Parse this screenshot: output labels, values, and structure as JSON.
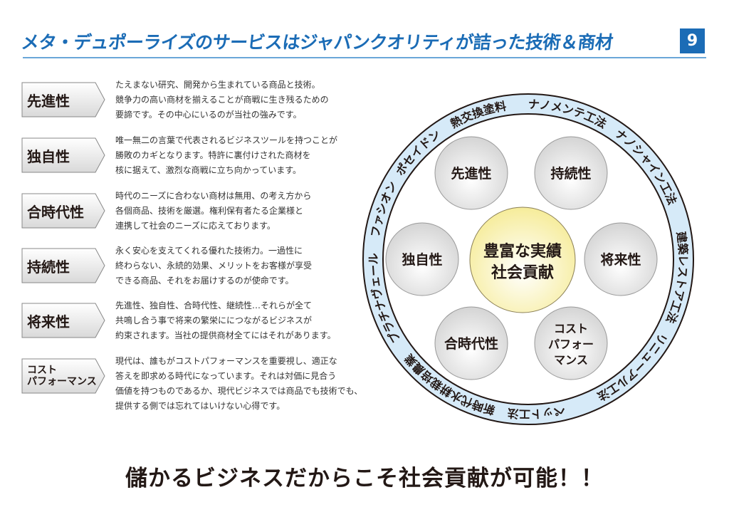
{
  "header": {
    "title": "メタ・デュポーライズのサービスはジャパンクオリティが詰った技術＆商材",
    "page_number": "9"
  },
  "features": [
    {
      "label": "先進性",
      "lines": [
        "たえまない研究、開発から生まれている商品と技術。",
        "競争力の高い商材を揃えることが商戦に生き残るための",
        "要諦です。その中心にいるのが当社の強みです。"
      ]
    },
    {
      "label": "独自性",
      "lines": [
        "唯一無二の言葉で代表されるビジネスツールを持つことが",
        "勝敗のカギとなります。特許に裏付けされた商材を",
        "核に据えて、激烈な商戦に立ち向かっています。"
      ]
    },
    {
      "label": "合時代性",
      "lines": [
        "時代のニーズに合わない商材は無用、の考え方から",
        "各個商品、技術を厳選。権利保有者たる企業様と",
        "連携して社会のニーズに応えております。"
      ]
    },
    {
      "label": "持続性",
      "lines": [
        "永く安心を支えてくれる優れた技術力。一過性に",
        "終わらない、永続的効果、メリットをお客様が享受",
        "できる商品、それをお届けするのが使命です。"
      ]
    },
    {
      "label": "将来性",
      "lines": [
        "先進性、独自性、合時代性、継続性…それらが全て",
        "共鳴し合う事で将来の繁栄ににつながるビジネスが",
        "約束されます。当社の提供商材全てにはそれがあります。"
      ]
    },
    {
      "label_line1": "コスト",
      "label_line2": "パフォーマンス",
      "lines": [
        "現代は、誰もがコストパフォーマンスを重要視し、適正な",
        "答えを即求める時代になっています。それは対価に見合う",
        "価値を持つものであるか、現代ビジネスでは商品でも技術でも、",
        "提供する側では忘れてはいけない心得です。"
      ]
    }
  ],
  "diagram": {
    "center_line1": "豊富な実績",
    "center_line2": "社会貢献",
    "bubbles": [
      "先進性",
      "持続性",
      "独自性",
      "将来性",
      "合時代性"
    ],
    "cost_bubble": [
      "コスト",
      "パフォー",
      "マンス"
    ],
    "ring_labels": [
      "熱交換塗料",
      "ナノメンテ工法",
      "ナノシャイン工法",
      "建築レストア工法",
      "リニューアル工法",
      "ペット工法",
      "新時代水耕栽培農業",
      "プラチナヴェール",
      "ファシオン",
      "ポセイドン"
    ],
    "ring_angles": [
      -19,
      15,
      52,
      97,
      136,
      177,
      212,
      255,
      289,
      314
    ],
    "ring_color": "#d6eaf8",
    "center_color": "#fbf3b8"
  },
  "slogan": "儲かるビジネスだからこそ社会貢献が可能！！"
}
